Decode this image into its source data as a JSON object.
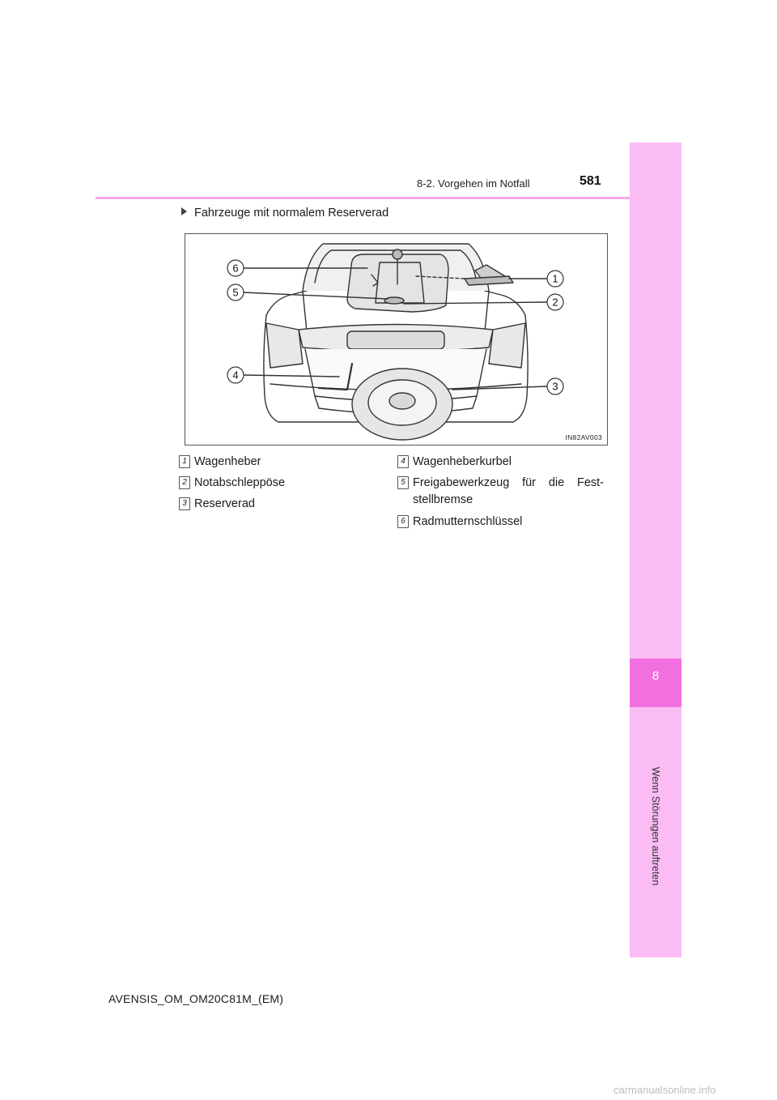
{
  "header": {
    "section": "8-2. Vorgehen im Notfall",
    "page_number": "581"
  },
  "sidebar": {
    "chapter_number": "8",
    "chapter_title": "Wenn Störungen auftreten"
  },
  "subheading": "Fahrzeuge mit normalem Reserverad",
  "figure": {
    "code": "IN82AV003",
    "callouts": [
      "1",
      "2",
      "3",
      "4",
      "5",
      "6"
    ]
  },
  "legend": [
    {
      "num": "1",
      "label": "Wagenheber"
    },
    {
      "num": "2",
      "label": "Notabschleppöse"
    },
    {
      "num": "3",
      "label": "Reserverad"
    },
    {
      "num": "4",
      "label": "Wagenheberkurbel"
    },
    {
      "num": "5",
      "label": "Freigabewerkzeug für die Fest-stellbremse"
    },
    {
      "num": "6",
      "label": "Radmutternschlüssel"
    }
  ],
  "footer": "AVENSIS_OM_OM20C81M_(EM)",
  "watermark": "carmanualsonline.info"
}
